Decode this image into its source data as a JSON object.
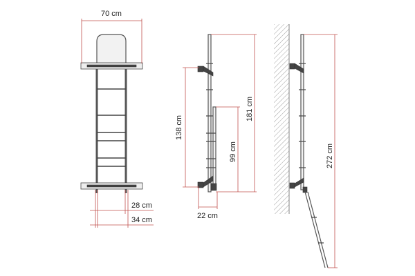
{
  "labels": {
    "width_total": "70 cm",
    "width_inner": "28 cm",
    "width_outer": "34 cm",
    "bracket_spacing": "138 cm",
    "height_main": "181 cm",
    "height_lower": "99 cm",
    "depth": "22 cm",
    "height_extended": "272 cm"
  },
  "colors": {
    "dimension_line": "#c0504d",
    "drawing": "#555555"
  }
}
